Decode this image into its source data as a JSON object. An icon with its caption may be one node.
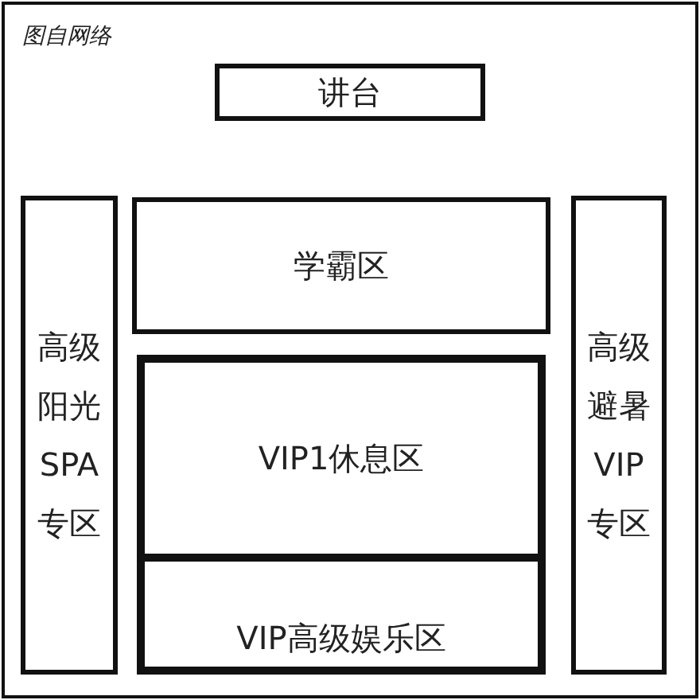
{
  "diagram": {
    "nodes": [
      {
        "text": [
          "讲台"
        ]
      },
      {
        "text": [
          "高级阳光SPA专区"
        ]
      },
      {
        "text": [
          "学霸区"
        ]
      },
      {
        "text": [
          "VIP1休息区"
        ]
      },
      {
        "text": [
          "VIP高级娱乐区"
        ]
      },
      {
        "text": [
          "高级避暑VIP专区"
        ]
      }
    ],
    "labels": [
      "图自网络"
    ]
  }
}
